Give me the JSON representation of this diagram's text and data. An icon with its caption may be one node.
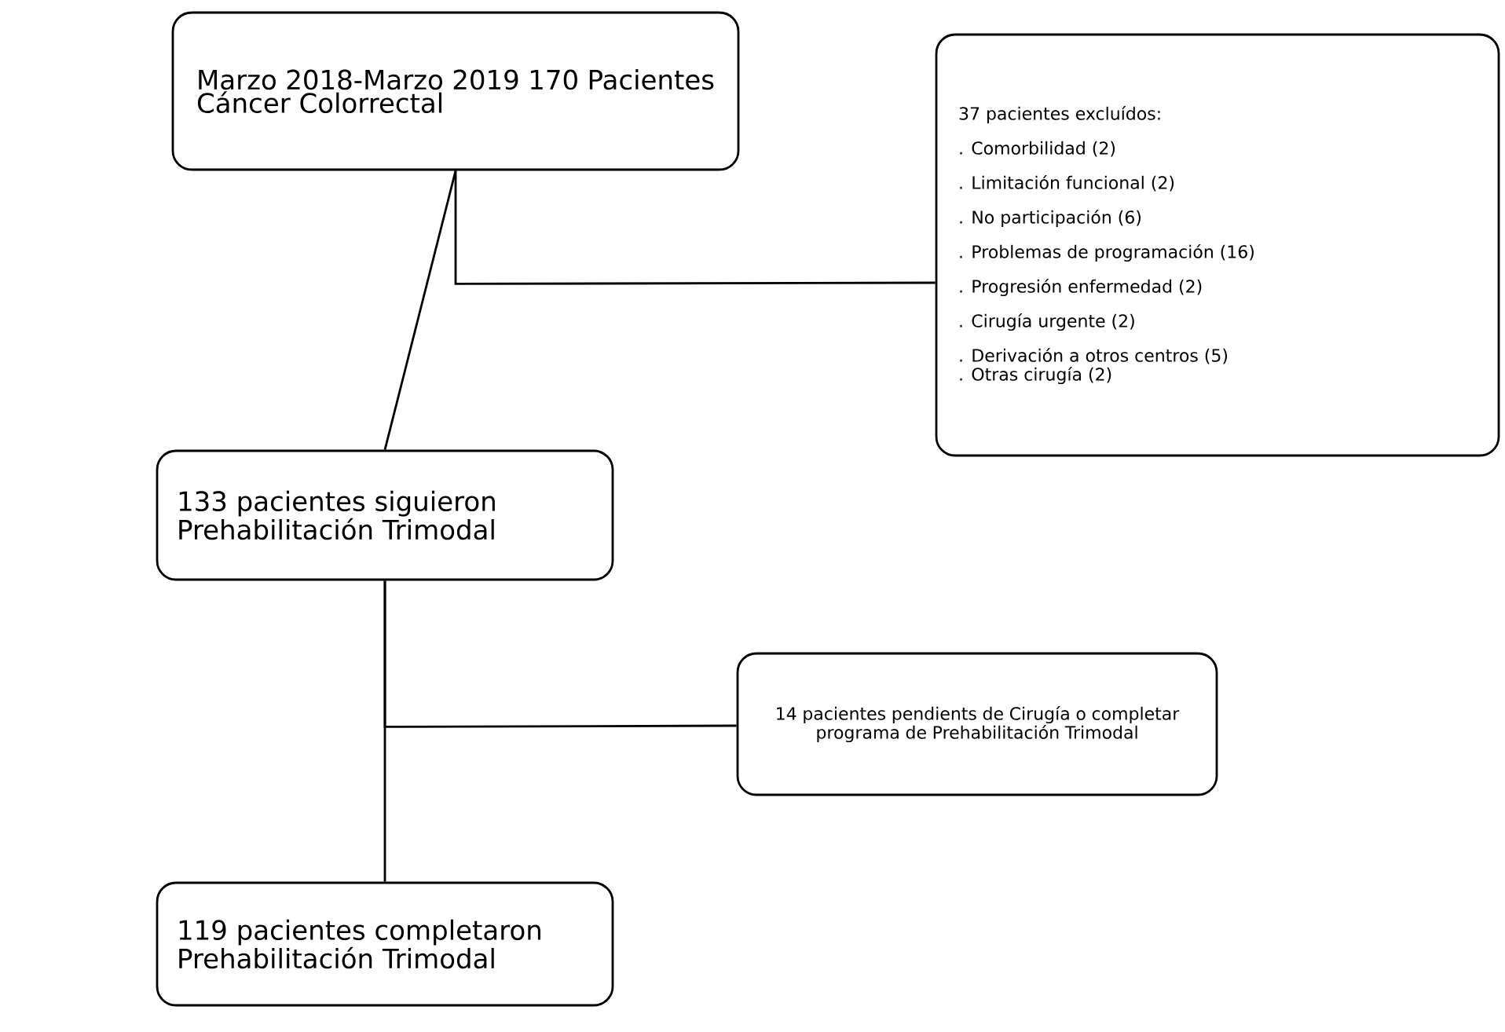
{
  "diagram": {
    "nodes": [
      {
        "text": [
          "Marzo 2018-Marzo 2019 170 Pacientes Cáncer Colorrectal"
        ]
      },
      {
        "text": [
          "37 pacientes excluídos:",
          ". Comorbilidad (2)",
          ". Limitación funcional (2)",
          ". No participación (6)",
          ". Problemas de programación (16)",
          ". Progresión enfermedad (2)",
          ". Cirugía urgente (2)",
          ". Derivación a otros centros (5)",
          ". Otras cirugía (2)"
        ]
      },
      {
        "text": [
          "133 pacientes siguieron Prehabilitación Trimodal"
        ]
      },
      {
        "text": [
          "14 pacientes pendients de  Cirugía o completar programa de Prehabilitación Trimodal"
        ]
      },
      {
        "text": [
          "119 pacientes completaron Prehabilitación Trimodal"
        ]
      }
    ],
    "edges": [
      {
        "from": 0,
        "to": 2,
        "arrow": "none"
      },
      {
        "from": 0,
        "to": 1,
        "arrow": "none"
      },
      {
        "from": 2,
        "to": 4,
        "arrow": "none"
      },
      {
        "from": 2,
        "to": 3,
        "arrow": "none"
      }
    ]
  }
}
